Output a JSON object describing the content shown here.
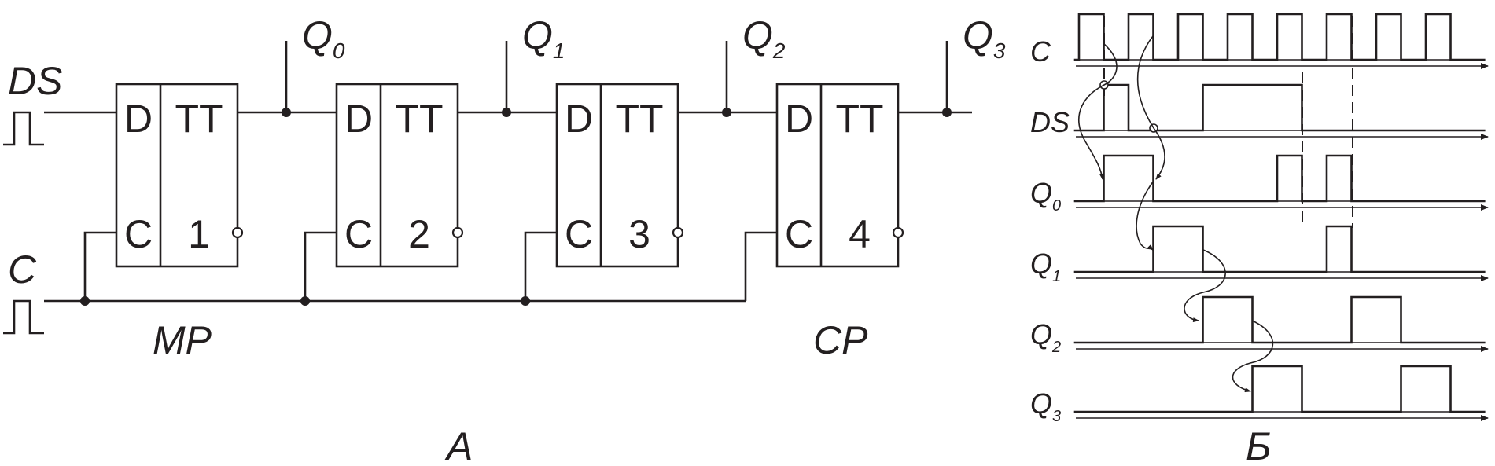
{
  "circuit": {
    "inputs": {
      "ds": "DS",
      "c": "C"
    },
    "flipflops": [
      {
        "d": "D",
        "type": "TT",
        "c": "C",
        "num": "1"
      },
      {
        "d": "D",
        "type": "TT",
        "c": "C",
        "num": "2"
      },
      {
        "d": "D",
        "type": "TT",
        "c": "C",
        "num": "3"
      },
      {
        "d": "D",
        "type": "TT",
        "c": "C",
        "num": "4"
      }
    ],
    "outputs": [
      {
        "base": "Q",
        "sub": "0"
      },
      {
        "base": "Q",
        "sub": "1"
      },
      {
        "base": "Q",
        "sub": "2"
      },
      {
        "base": "Q",
        "sub": "3"
      }
    ],
    "notes": {
      "mp": "MP",
      "cp": "CP"
    },
    "caption": "А"
  },
  "timing": {
    "caption": "Б",
    "signals": [
      {
        "base": "C",
        "sub": ""
      },
      {
        "base": "DS",
        "sub": ""
      },
      {
        "base": "Q",
        "sub": "0"
      },
      {
        "base": "Q",
        "sub": "1"
      },
      {
        "base": "Q",
        "sub": "2"
      },
      {
        "base": "Q",
        "sub": "3"
      }
    ],
    "ds_high": [
      [
        1,
        2
      ],
      [
        5,
        9
      ]
    ],
    "q_high": [
      [
        [
          1,
          3
        ],
        [
          8,
          9
        ],
        [
          10,
          11
        ]
      ],
      [
        [
          3,
          5
        ],
        [
          10,
          11
        ]
      ],
      [
        [
          5,
          7
        ],
        [
          11,
          13
        ]
      ],
      [
        [
          7,
          9
        ],
        [
          13,
          15
        ]
      ]
    ]
  }
}
